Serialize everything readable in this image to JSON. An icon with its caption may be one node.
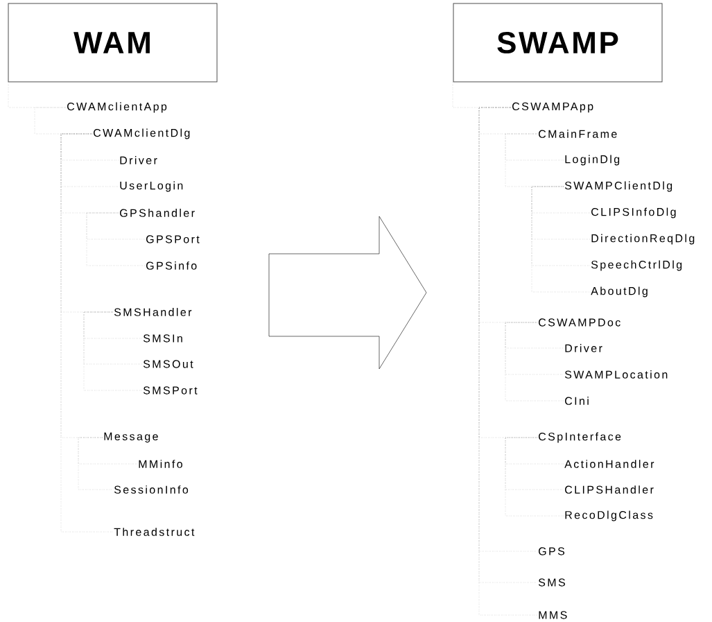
{
  "diagram": {
    "nodes": [
      {
        "text": [
          "WAM"
        ]
      },
      {
        "text": [
          "CWAMclientApp"
        ]
      },
      {
        "text": [
          "CWAMclientDlg"
        ]
      },
      {
        "text": [
          "Driver"
        ]
      },
      {
        "text": [
          "UserLogin"
        ]
      },
      {
        "text": [
          "GPShandler"
        ]
      },
      {
        "text": [
          "GPSPort"
        ]
      },
      {
        "text": [
          "GPSinfo"
        ]
      },
      {
        "text": [
          "SMSHandler"
        ]
      },
      {
        "text": [
          "SMSIn"
        ]
      },
      {
        "text": [
          "SMSOut"
        ]
      },
      {
        "text": [
          "SMSPort"
        ]
      },
      {
        "text": [
          "Message"
        ]
      },
      {
        "text": [
          "MMinfo"
        ]
      },
      {
        "text": [
          "SessionInfo"
        ]
      },
      {
        "text": [
          "Threadstruct"
        ]
      },
      {
        "text": [
          "SWAMP"
        ]
      },
      {
        "text": [
          "CSWAMPApp"
        ]
      },
      {
        "text": [
          "CMainFrame"
        ]
      },
      {
        "text": [
          "LoginDlg"
        ]
      },
      {
        "text": [
          "SWAMPClientDlg"
        ]
      },
      {
        "text": [
          "CLIPSInfoDlg"
        ]
      },
      {
        "text": [
          "DirectionReqDlg"
        ]
      },
      {
        "text": [
          "SpeechCtrlDlg"
        ]
      },
      {
        "text": [
          "AboutDlg"
        ]
      },
      {
        "text": [
          "CSWAMPDoc"
        ]
      },
      {
        "text": [
          "Driver"
        ]
      },
      {
        "text": [
          "SWAMPLocation"
        ]
      },
      {
        "text": [
          "CIni"
        ]
      },
      {
        "text": [
          "CSpInterface"
        ]
      },
      {
        "text": [
          "ActionHandler"
        ]
      },
      {
        "text": [
          "CLIPSHandler"
        ]
      },
      {
        "text": [
          "RecoDlgClass"
        ]
      },
      {
        "text": [
          "GPS"
        ]
      },
      {
        "text": [
          "SMS"
        ]
      },
      {
        "text": [
          "MMS"
        ]
      }
    ],
    "edges": [
      {
        "from": 0,
        "to": 1,
        "arrow": "none"
      },
      {
        "from": 1,
        "to": 2,
        "arrow": "none"
      },
      {
        "from": 2,
        "to": 3,
        "arrow": "none"
      },
      {
        "from": 2,
        "to": 4,
        "arrow": "none"
      },
      {
        "from": 2,
        "to": 5,
        "arrow": "none"
      },
      {
        "from": 5,
        "to": 6,
        "arrow": "none"
      },
      {
        "from": 5,
        "to": 7,
        "arrow": "none"
      },
      {
        "from": 2,
        "to": 8,
        "arrow": "none"
      },
      {
        "from": 8,
        "to": 9,
        "arrow": "none"
      },
      {
        "from": 8,
        "to": 10,
        "arrow": "none"
      },
      {
        "from": 8,
        "to": 11,
        "arrow": "none"
      },
      {
        "from": 2,
        "to": 12,
        "arrow": "none"
      },
      {
        "from": 12,
        "to": 13,
        "arrow": "none"
      },
      {
        "from": 12,
        "to": 14,
        "arrow": "none"
      },
      {
        "from": 2,
        "to": 15,
        "arrow": "none"
      },
      {
        "from": 16,
        "to": 17,
        "arrow": "none"
      },
      {
        "from": 17,
        "to": 18,
        "arrow": "none"
      },
      {
        "from": 18,
        "to": 19,
        "arrow": "none"
      },
      {
        "from": 18,
        "to": 20,
        "arrow": "none"
      },
      {
        "from": 20,
        "to": 21,
        "arrow": "none"
      },
      {
        "from": 20,
        "to": 22,
        "arrow": "none"
      },
      {
        "from": 20,
        "to": 23,
        "arrow": "none"
      },
      {
        "from": 20,
        "to": 24,
        "arrow": "none"
      },
      {
        "from": 17,
        "to": 25,
        "arrow": "none"
      },
      {
        "from": 25,
        "to": 26,
        "arrow": "none"
      },
      {
        "from": 25,
        "to": 27,
        "arrow": "none"
      },
      {
        "from": 25,
        "to": 28,
        "arrow": "none"
      },
      {
        "from": 17,
        "to": 29,
        "arrow": "none"
      },
      {
        "from": 29,
        "to": 30,
        "arrow": "none"
      },
      {
        "from": 29,
        "to": 31,
        "arrow": "none"
      },
      {
        "from": 29,
        "to": 32,
        "arrow": "none"
      },
      {
        "from": 17,
        "to": 33,
        "arrow": "none"
      },
      {
        "from": 17,
        "to": 34,
        "arrow": "none"
      },
      {
        "from": 17,
        "to": 35,
        "arrow": "none"
      }
    ]
  }
}
